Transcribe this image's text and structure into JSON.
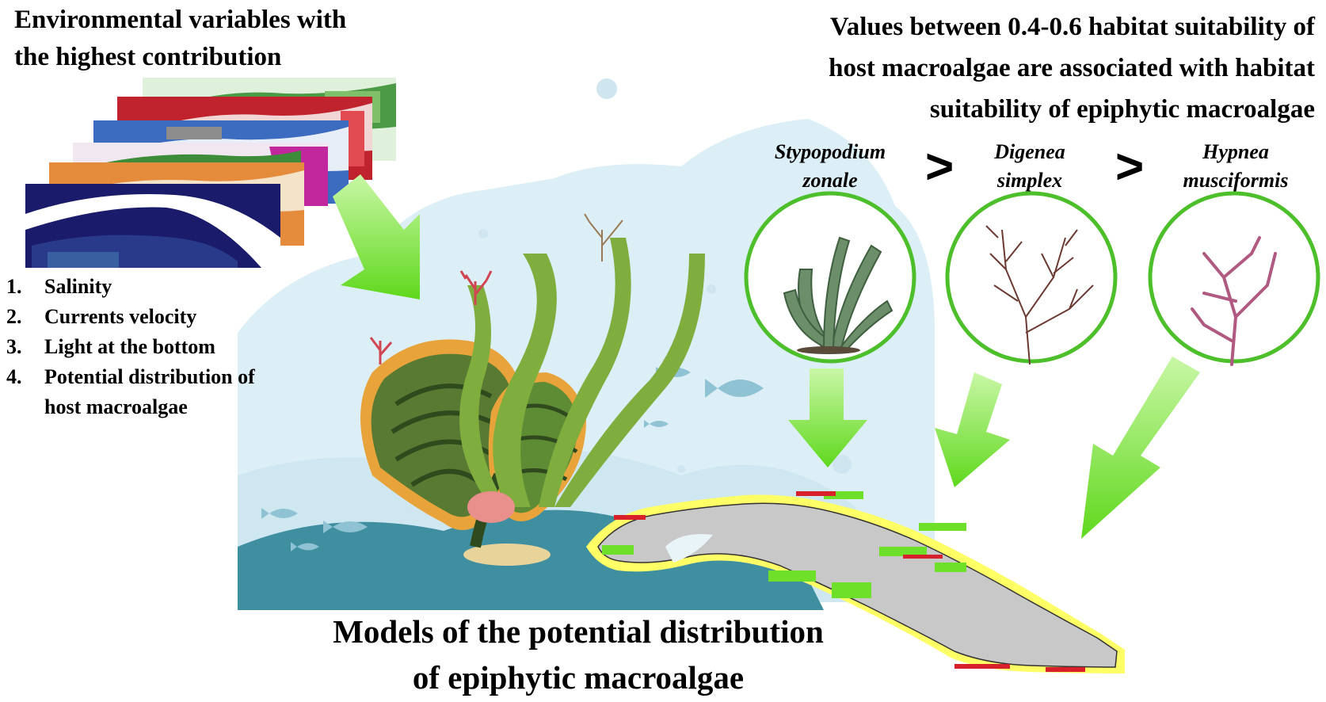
{
  "left_heading": {
    "line1": "Environmental variables with",
    "line2": "the highest contribution"
  },
  "right_heading": {
    "line1": "Values between 0.4-0.6 habitat suitability of",
    "line2": "host macroalgae are associated with habitat",
    "line3": "suitability of epiphytic macroalgae"
  },
  "variables": [
    {
      "num": "1.",
      "label": "Salinity"
    },
    {
      "num": "2.",
      "label": "Currents velocity"
    },
    {
      "num": "3.",
      "label": "Light at the bottom"
    },
    {
      "num": "4.",
      "label": "Potential distribution of host macroalgae"
    }
  ],
  "species": [
    {
      "genus": "Stypopodium",
      "epithet": "zonale"
    },
    {
      "genus": "Digenea",
      "epithet": "simplex"
    },
    {
      "genus": "Hypnea",
      "epithet": "musciformis"
    }
  ],
  "comparison_symbol": ">",
  "bottom_title": {
    "line1": "Models of the potential distribution",
    "line2": "of epiphytic macroalgae"
  },
  "colors": {
    "arrow_green": "#6fe02a",
    "circle_green": "#4cbf2b",
    "water": "#d7edf5",
    "seafloor": "#3f8fa1",
    "kelp": "#5e8c35",
    "island": "#c8c8c8",
    "suitability_red": "#d8202a",
    "suitability_yellow": "#f2f21a"
  }
}
